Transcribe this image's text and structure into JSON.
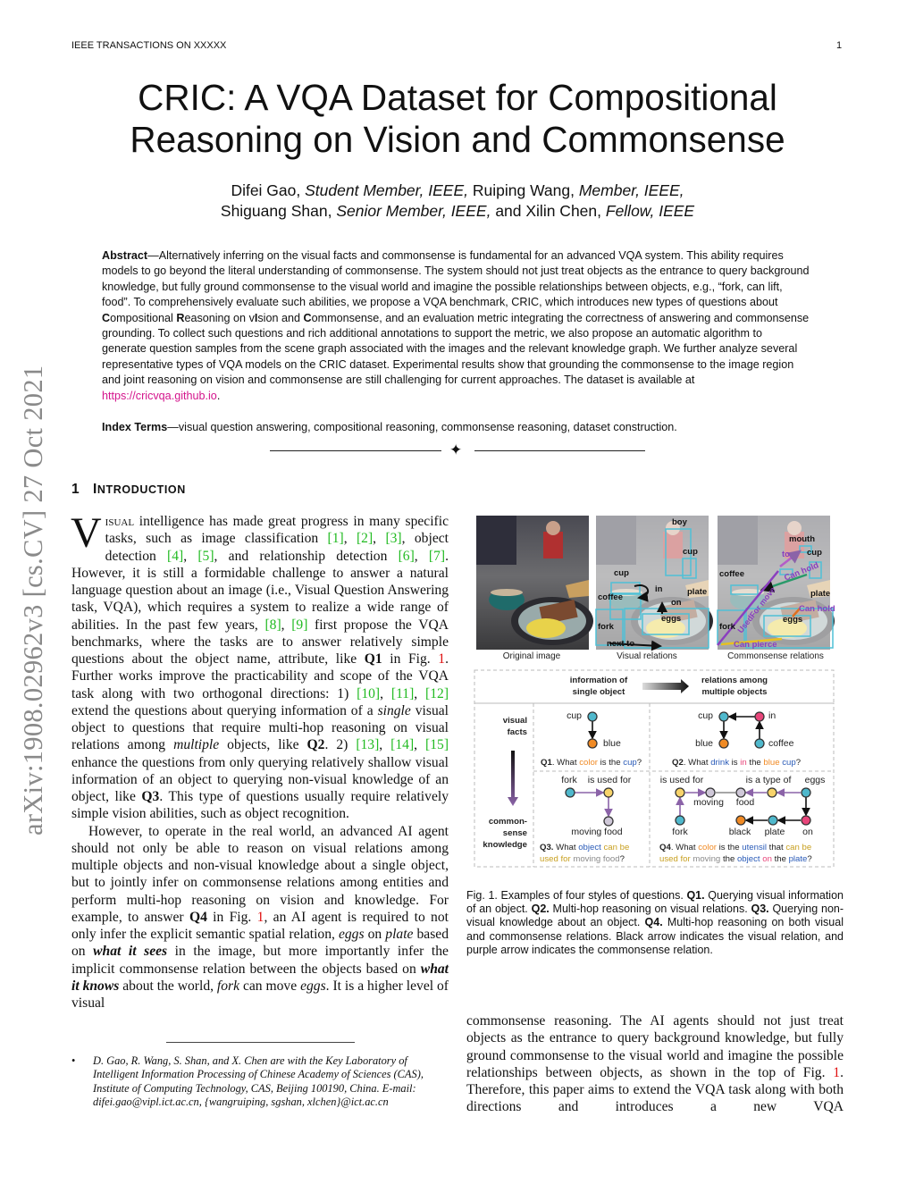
{
  "header": {
    "journal": "IEEE TRANSACTIONS ON XXXXX",
    "page_number": "1"
  },
  "arxiv_stamp": "arXiv:1908.02962v3  [cs.CV]  27 Oct 2021",
  "title": {
    "line1": "CRIC: A VQA Dataset for Compositional",
    "line2": "Reasoning on Vision and Commonsense"
  },
  "authors": {
    "line1": [
      [
        "t",
        "Difei Gao, "
      ],
      [
        "i",
        "Student Member, IEEE,"
      ],
      [
        "t",
        " Ruiping Wang, "
      ],
      [
        "i",
        "Member, IEEE,"
      ]
    ],
    "line2": [
      [
        "t",
        "Shiguang Shan, "
      ],
      [
        "i",
        "Senior Member, IEEE,"
      ],
      [
        "t",
        " and Xilin Chen, "
      ],
      [
        "i",
        "Fellow, IEEE"
      ]
    ]
  },
  "abstract": [
    [
      "b",
      "Abstract"
    ],
    [
      "t",
      "—Alternatively inferring on the visual facts and commonsense is fundamental for an advanced VQA system. This ability requires models to go beyond the literal understanding of commonsense. The system should not just treat objects as the entrance to query background knowledge, but fully ground commonsense to the visual world and imagine the possible relationships between objects, e.g., “fork, can lift, food”. To comprehensively evaluate such abilities, we propose a VQA benchmark, CRIC, which introduces new types of questions about "
    ],
    [
      "b",
      "C"
    ],
    [
      "t",
      "ompositional "
    ],
    [
      "b",
      "R"
    ],
    [
      "t",
      "easoning on v"
    ],
    [
      "b",
      "I"
    ],
    [
      "t",
      "sion and "
    ],
    [
      "b",
      "C"
    ],
    [
      "t",
      "ommonsense, and an evaluation metric integrating the correctness of answering and commonsense grounding. To collect such questions and rich additional annotations to support the metric, we also propose an automatic algorithm to generate question samples from the scene graph associated with the images and the relevant knowledge graph. We further analyze several representative types of VQA models on the CRIC dataset. Experimental results show that grounding the commonsense to the image region and joint reasoning on vision and commonsense are still challenging for current approaches. The dataset is available at "
    ],
    [
      "link",
      "https://cricvqa.github.io"
    ],
    [
      "t",
      "."
    ]
  ],
  "index_terms": [
    [
      "b",
      "Index Terms"
    ],
    [
      "t",
      "—visual question answering, compositional reasoning, commonsense reasoning, dataset construction."
    ]
  ],
  "section": {
    "number": "1",
    "first_letter": "I",
    "rest": "NTRODUCTION"
  },
  "intro": {
    "drop_cap": "V",
    "p1": [
      [
        "sc",
        "isual"
      ],
      [
        "t",
        " intelligence has made great progress in many specific tasks, such as image classification "
      ],
      [
        "c",
        "[1]"
      ],
      [
        "t",
        ", "
      ],
      [
        "c",
        "[2]"
      ],
      [
        "t",
        ", "
      ],
      [
        "c",
        "[3]"
      ],
      [
        "t",
        ", object detection "
      ],
      [
        "c",
        "[4]"
      ],
      [
        "t",
        ", "
      ],
      [
        "c",
        "[5]"
      ],
      [
        "t",
        ", and relationship detection "
      ],
      [
        "c",
        "[6]"
      ],
      [
        "t",
        ", "
      ],
      [
        "c",
        "[7]"
      ],
      [
        "t",
        ". However, it is still a formidable challenge to answer a natural language question about an image (i.e., Visual Question Answering task, VQA), which requires a system to realize a wide range of abilities. In the past few years, "
      ],
      [
        "c",
        "[8]"
      ],
      [
        "t",
        ", "
      ],
      [
        "c",
        "[9]"
      ],
      [
        "t",
        " first propose the VQA benchmarks, where the tasks are to answer relatively simple questions about the object name, attribute, like "
      ],
      [
        "b",
        "Q1"
      ],
      [
        "t",
        " in Fig. "
      ],
      [
        "r",
        "1"
      ],
      [
        "t",
        ". Further works improve the practicability and scope of the VQA task along with two orthogonal directions: 1) "
      ],
      [
        "c",
        "[10]"
      ],
      [
        "t",
        ", "
      ],
      [
        "c",
        "[11]"
      ],
      [
        "t",
        ", "
      ],
      [
        "c",
        "[12]"
      ],
      [
        "t",
        " extend the questions about querying information of a "
      ],
      [
        "i",
        "single"
      ],
      [
        "t",
        " visual object to ques­tions that require multi-hop reasoning on visual relations among "
      ],
      [
        "i",
        "multiple"
      ],
      [
        "t",
        " objects, like "
      ],
      [
        "b",
        "Q2"
      ],
      [
        "t",
        ". 2) "
      ],
      [
        "c",
        "[13]"
      ],
      [
        "t",
        ", "
      ],
      [
        "c",
        "[14]"
      ],
      [
        "t",
        ", "
      ],
      [
        "c",
        "[15]"
      ],
      [
        "t",
        " enhance the questions from only querying relatively shallow visual information of an object to querying non-visual knowledge of an object, like "
      ],
      [
        "b",
        "Q3"
      ],
      [
        "t",
        ". This type of questions usually require relatively simple vision abilities, such as object recognition."
      ]
    ],
    "p2": [
      [
        "t",
        "However, to operate in the real world, an advanced AI agent should not only be able to reason on visual relations among multiple objects and non-visual knowledge about a single object, but to jointly infer on commonsense relations among entities and perform multi-hop reasoning on vision and knowledge. For example, to answer "
      ],
      [
        "b",
        "Q4"
      ],
      [
        "t",
        " in Fig. "
      ],
      [
        "r",
        "1"
      ],
      [
        "t",
        ", an AI agent is required to not only infer the explicit semantic spatial relation, "
      ],
      [
        "i",
        "eggs"
      ],
      [
        "t",
        " on "
      ],
      [
        "i",
        "plate"
      ],
      [
        "t",
        " based on "
      ],
      [
        "bi",
        "what it sees"
      ],
      [
        "t",
        " in the im­age, but more importantly infer the implicit commonsense relation between the objects based on "
      ],
      [
        "bi",
        "what it knows"
      ],
      [
        "t",
        " about the world, "
      ],
      [
        "i",
        "fork"
      ],
      [
        "t",
        " can move "
      ],
      [
        "i",
        "eggs"
      ],
      [
        "t",
        ". It is a higher level of visual"
      ]
    ],
    "p3": [
      [
        "t",
        "commonsense reasoning. The AI agents should not just treat objects as the entrance to query background knowledge, but fully ground commonsense to the visual world and imagine the possible relationships between objects, as shown in the top of Fig. "
      ],
      [
        "r",
        "1"
      ],
      [
        "t",
        ". Therefore, this paper aims to extend the VQA task along with both directions and introduces a new VQA"
      ]
    ]
  },
  "footnote": "D. Gao, R. Wang, S. Shan, and X. Chen are with the Key Laboratory of Intelligent Information Processing of Chinese Academy of Sciences (CAS), Institute of Computing Technology, CAS, Beijing 100190, China. E-mail: difei.gao@vipl.ict.ac.cn, {wangruiping, sgshan, xlchen}@ict.ac.cn",
  "figure": {
    "image_captions": [
      "Original image",
      "Visual relations",
      "Commonsense relations"
    ],
    "visual_labels": {
      "boy": "boy",
      "cup_top": "cup",
      "cup": "cup",
      "in": "in",
      "plate": "plate",
      "coffee": "coffee",
      "on": "on",
      "fork": "fork",
      "eggs": "eggs",
      "next_to": "next to"
    },
    "commonsense_labels": {
      "mouth": "mouth",
      "to": "to",
      "cup": "cup",
      "can_hold1": "Can hold",
      "coffee": "coffee",
      "plate": "plate",
      "can_hold2": "Can hold",
      "used_for_move": "UsedFor move",
      "fork": "fork",
      "eggs": "eggs",
      "can_pierce": "Can pierce"
    },
    "header_left": [
      "information of",
      "single object"
    ],
    "header_right": [
      "relations among",
      "multiple objects"
    ],
    "row_top": [
      "visual",
      "facts"
    ],
    "row_bottom": [
      "common-",
      "sense",
      "knowledge"
    ],
    "q1": {
      "nodes": [
        "cup",
        "blue"
      ],
      "text": [
        [
          "b",
          "Q1"
        ],
        [
          "t",
          ". What "
        ],
        [
          "or",
          "color"
        ],
        [
          "t",
          " is the "
        ],
        [
          "bl",
          "cup"
        ],
        [
          "t",
          "?"
        ]
      ]
    },
    "q2": {
      "nodes": [
        "cup",
        "in",
        "blue",
        "coffee"
      ],
      "text": [
        [
          "b",
          "Q2"
        ],
        [
          "t",
          ". What "
        ],
        [
          "bl",
          "drink"
        ],
        [
          "t",
          " is "
        ],
        [
          "pk",
          "in"
        ],
        [
          "t",
          " the "
        ],
        [
          "or",
          "blue"
        ],
        [
          "t",
          " "
        ],
        [
          "bl",
          "cup"
        ],
        [
          "t",
          "?"
        ]
      ]
    },
    "q3": {
      "nodes": [
        "fork",
        "is used for",
        "moving food"
      ],
      "text1": [
        [
          "b",
          "Q3."
        ],
        [
          "t",
          " What "
        ],
        [
          "bl",
          "object"
        ],
        [
          "t",
          " "
        ],
        [
          "gd",
          "can be"
        ]
      ],
      "text2": [
        [
          "gd",
          "used for"
        ],
        [
          "t",
          " "
        ],
        [
          "gr",
          "moving food"
        ],
        [
          "t",
          "?"
        ]
      ]
    },
    "q4": {
      "nodes": [
        "is used for",
        "is a type of",
        "eggs",
        "moving",
        "food",
        "fork",
        "black",
        "plate",
        "on"
      ],
      "text1": [
        [
          "b",
          "Q4"
        ],
        [
          "t",
          ". What "
        ],
        [
          "or",
          "color"
        ],
        [
          "t",
          " is the "
        ],
        [
          "bl",
          "utensil"
        ],
        [
          "t",
          " that "
        ],
        [
          "gd",
          "can be"
        ]
      ],
      "text2": [
        [
          "gd",
          "used for"
        ],
        [
          "t",
          " "
        ],
        [
          "gr",
          "moving"
        ],
        [
          "t",
          " the "
        ],
        [
          "bl",
          "object"
        ],
        [
          "t",
          " "
        ],
        [
          "pk",
          "on"
        ],
        [
          "t",
          " the "
        ],
        [
          "bl",
          "plate"
        ],
        [
          "t",
          "?"
        ]
      ]
    },
    "caption": [
      [
        "t",
        "Fig. 1. Examples of four styles of questions. "
      ],
      [
        "b",
        "Q1."
      ],
      [
        "t",
        " Querying visual in­formation of an object. "
      ],
      [
        "b",
        "Q2."
      ],
      [
        "t",
        " Multi-hop reasoning on visual relations. "
      ],
      [
        "b",
        "Q3."
      ],
      [
        "t",
        " Querying non-visual knowledge about an object. "
      ],
      [
        "b",
        "Q4."
      ],
      [
        "t",
        " Multi-hop reasoning on both visual and commonsense relations. Black arrow indi­cates the visual relation, and purple arrow indicates the commonsense relation."
      ]
    ]
  },
  "colors": {
    "cite": "#22bb22",
    "ref": "#e01010",
    "link": "#d4148c",
    "node_teal": "#4fb8cc",
    "node_orange": "#f08a24",
    "node_pink": "#e8457a",
    "node_yellow": "#f7d36a",
    "node_grey": "#cfc8d8",
    "commonsense_purple": "#8b63a8"
  }
}
